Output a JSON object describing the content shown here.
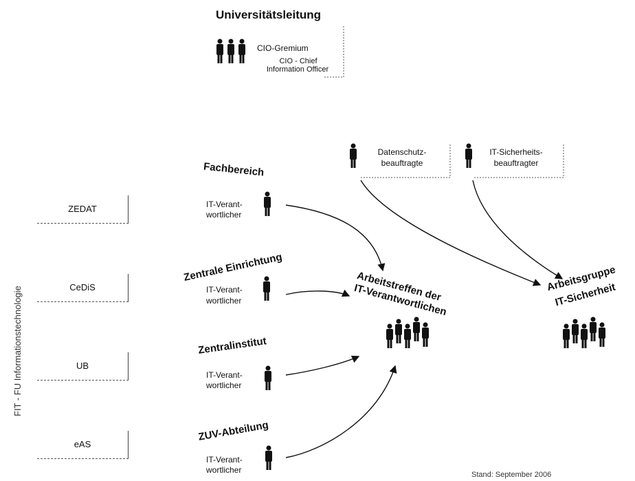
{
  "top": {
    "title": "Universitätsleitung",
    "group_label": "CIO-Gremium",
    "group_sub_line1": "CIO - Chief",
    "group_sub_line2": "Information Officer"
  },
  "side_label": "FIT - FU Informationstechnologie",
  "left_boxes": [
    "ZEDAT",
    "CeDiS",
    "UB",
    "eAS"
  ],
  "units": [
    {
      "title": "Fachbereich",
      "role_line1": "IT-Verant-",
      "role_line2": "wortlicher"
    },
    {
      "title": "Zentrale Einrichtung",
      "role_line1": "IT-Verant-",
      "role_line2": "wortlicher"
    },
    {
      "title": "Zentralinstitut",
      "role_line1": "IT-Verant-",
      "role_line2": "wortlicher"
    },
    {
      "title": "ZUV-Abteilung",
      "role_line1": "IT-Verant-",
      "role_line2": "wortlicher"
    }
  ],
  "officers": [
    {
      "line1": "Datenschutz-",
      "line2": "beauftragte"
    },
    {
      "line1": "IT-Sicherheits-",
      "line2": "beauftragter"
    }
  ],
  "meeting": {
    "line1": "Arbeitstreffen der",
    "line2": "IT-Verantwortlichen"
  },
  "workgroup": {
    "line1": "Arbeitsgruppe",
    "line2": "IT-Sicherheit"
  },
  "footer": "Stand: September 2006"
}
